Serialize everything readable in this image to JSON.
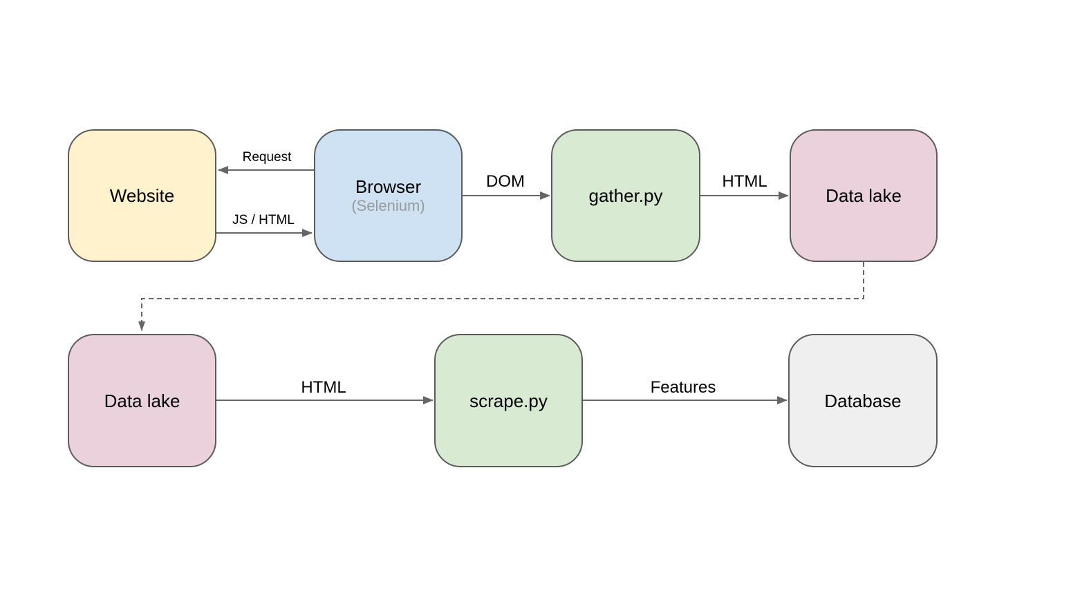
{
  "diagram": {
    "background": "#ffffff",
    "colors": {
      "node_border": "#5b5b5b",
      "edge_line": "#666666",
      "label_text": "#000000",
      "sublabel_text": "#999999"
    },
    "nodes": {
      "website": {
        "label": "Website",
        "fill": "#fff2cc"
      },
      "browser": {
        "label": "Browser",
        "sublabel": "(Selenium)",
        "fill": "#cfe2f3"
      },
      "gather": {
        "label": "gather.py",
        "fill": "#d9ead3"
      },
      "datalake_top": {
        "label": "Data lake",
        "fill": "#ead1dc"
      },
      "datalake_bottom": {
        "label": "Data lake",
        "fill": "#ead1dc"
      },
      "scrape": {
        "label": "scrape.py",
        "fill": "#d9ead3"
      },
      "database": {
        "label": "Database",
        "fill": "#efefef"
      }
    },
    "edges": {
      "request": {
        "label": "Request",
        "from": "browser",
        "to": "website",
        "style": "solid"
      },
      "js_html": {
        "label": "JS / HTML",
        "from": "website",
        "to": "browser",
        "style": "solid"
      },
      "dom": {
        "label": "DOM",
        "from": "browser",
        "to": "gather",
        "style": "solid"
      },
      "html_top": {
        "label": "HTML",
        "from": "gather",
        "to": "datalake_top",
        "style": "solid"
      },
      "datalake_transfer": {
        "from": "datalake_top",
        "to": "datalake_bottom",
        "style": "dashed"
      },
      "html_bottom": {
        "label": "HTML",
        "from": "datalake_bottom",
        "to": "scrape",
        "style": "solid"
      },
      "features": {
        "label": "Features",
        "from": "scrape",
        "to": "database",
        "style": "solid"
      }
    }
  }
}
